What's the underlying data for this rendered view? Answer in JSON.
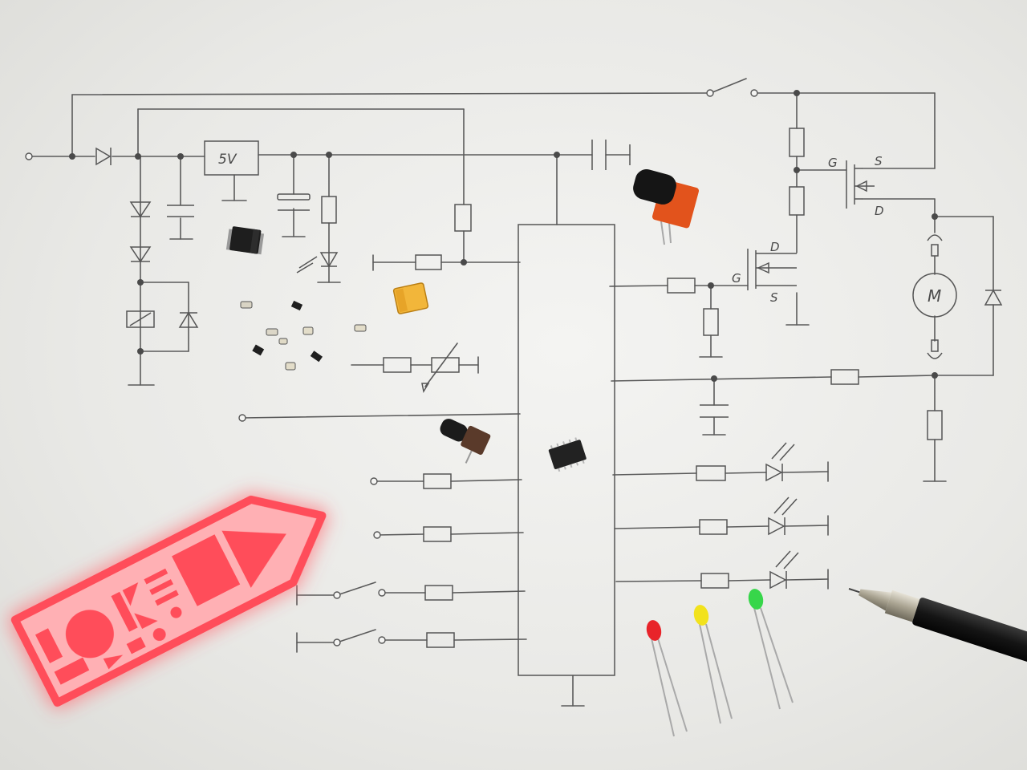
{
  "schematic": {
    "regulator_label": "5V",
    "motor_label": "M",
    "mosfet_upper": {
      "gate": "G",
      "source": "S",
      "drain": "D"
    },
    "mosfet_lower": {
      "gate": "G",
      "source": "S",
      "drain": "D"
    }
  },
  "colors": {
    "paper": "#efefed",
    "pencil": "#5a5a5a",
    "stencil": "#ff4d5a",
    "led_red": "#e8242a",
    "led_yellow": "#f2e21c",
    "led_green": "#37d64a",
    "potentiometer_cap": "#e2531c"
  }
}
